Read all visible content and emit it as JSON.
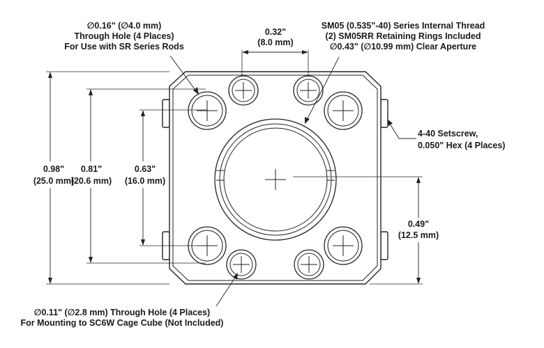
{
  "callouts": {
    "rod_hole": {
      "line1": "∅0.16\" (∅4.0 mm)",
      "line2": "Through Hole (4 Places)",
      "line3": "For Use with SR Series Rods"
    },
    "thread": {
      "line1": "SM05 (0.535\"-40) Series Internal Thread",
      "line2": "(2) SM05RR Retaining Rings Included",
      "line3": "∅0.43\" (∅10.99 mm) Clear Aperture"
    },
    "setscrew": {
      "line1": "4-40 Setscrew,",
      "line2": "0.050\" Hex (4 Places)"
    },
    "mount_hole": {
      "line1": "∅0.11\" (∅2.8 mm) Through Hole (4 Places)",
      "line2": "For Mounting to SC6W Cage Cube (Not Included)"
    }
  },
  "dimensions": {
    "hole_spacing": {
      "inch": "0.32\"",
      "mm": "(8.0 mm)"
    },
    "overall_height": {
      "inch": "0.98\"",
      "mm": "(25.0 mm)"
    },
    "rod_spacing": {
      "inch": "0.81\"",
      "mm": "(20.6 mm)"
    },
    "inner_spacing": {
      "inch": "0.63\"",
      "mm": "(16.0 mm)"
    },
    "center_height": {
      "inch": "0.49\"",
      "mm": "(12.5 mm)"
    }
  }
}
